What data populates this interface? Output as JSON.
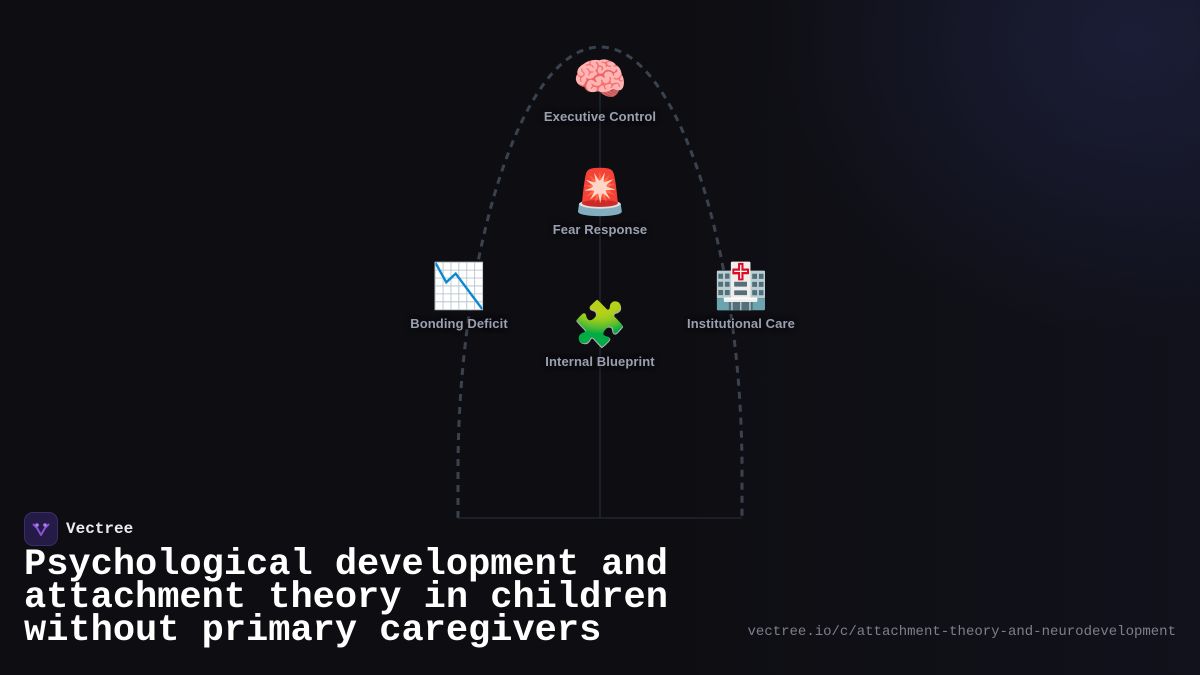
{
  "diagram": {
    "nodes": [
      {
        "id": "executive-control",
        "icon": "brain-icon",
        "glyph": "🧠",
        "label": "Executive Control"
      },
      {
        "id": "fear-response",
        "icon": "siren-icon",
        "glyph": "🚨",
        "label": "Fear Response"
      },
      {
        "id": "bonding-deficit",
        "icon": "chart-decreasing-icon",
        "glyph": "📉",
        "label": "Bonding Deficit"
      },
      {
        "id": "internal-blueprint",
        "icon": "puzzle-icon",
        "glyph": "🧩",
        "label": "Internal Blueprint"
      },
      {
        "id": "institutional-care",
        "icon": "hospital-icon",
        "glyph": "🏥",
        "label": "Institutional Care"
      }
    ],
    "colors": {
      "arch_stroke": "#3a4250",
      "axis_stroke": "#1f2530",
      "label": "#9aa0b0"
    }
  },
  "brand": {
    "name": "Vectree",
    "logo_icon": "vectree-logo-icon",
    "accent": "#8a4fd8"
  },
  "title": "Psychological development and attachment theory in children without primary caregivers",
  "url": "vectree.io/c/attachment-theory-and-neurodevelopment"
}
